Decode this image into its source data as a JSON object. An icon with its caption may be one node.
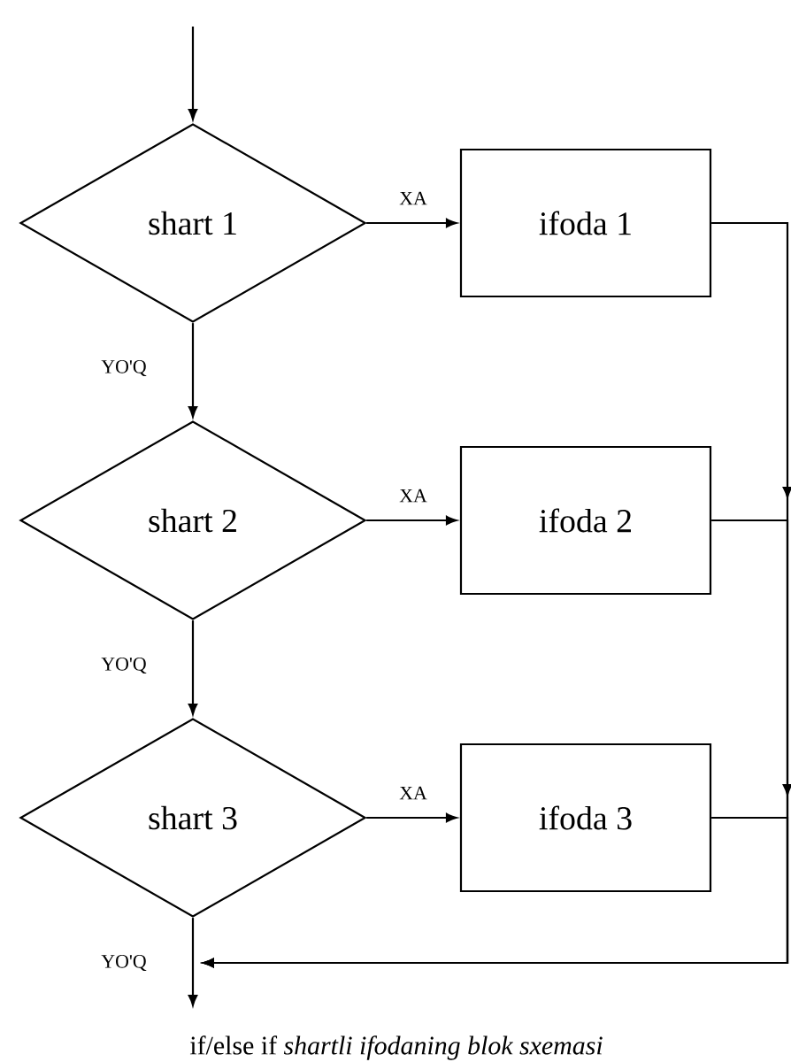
{
  "diagram": {
    "caption": "if/else if *shartli ifodaning blok sxemasi*",
    "nodes": [
      {
        "text": [
          "shart 1"
        ]
      },
      {
        "text": [
          "ifoda 1"
        ]
      },
      {
        "text": [
          "shart 2"
        ]
      },
      {
        "text": [
          "ifoda 2"
        ]
      },
      {
        "text": [
          "shart 3"
        ]
      },
      {
        "text": [
          "ifoda 3"
        ]
      }
    ],
    "edges": [
      {
        "from": null,
        "to": 0,
        "arrow": "to"
      },
      {
        "from": 0,
        "to": 1,
        "arrow": "to",
        "label": "XA"
      },
      {
        "from": 0,
        "to": 2,
        "arrow": "to",
        "label": "YO'Q"
      },
      {
        "from": 1,
        "to": null,
        "arrow": "to"
      },
      {
        "from": 2,
        "to": 3,
        "arrow": "to",
        "label": "XA"
      },
      {
        "from": 2,
        "to": 4,
        "arrow": "to",
        "label": "YO'Q"
      },
      {
        "from": 3,
        "to": null,
        "arrow": "to"
      },
      {
        "from": 4,
        "to": 5,
        "arrow": "to",
        "label": "XA"
      },
      {
        "from": 5,
        "to": null,
        "arrow": "to"
      },
      {
        "from": 4,
        "to": null,
        "arrow": "to",
        "label": "YO'Q"
      }
    ]
  }
}
